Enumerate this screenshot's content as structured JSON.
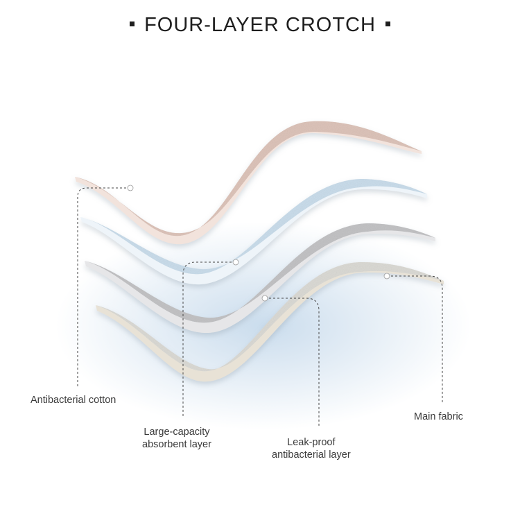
{
  "title": "FOUR-LAYER CROTCH",
  "colors": {
    "antibacterial_cotton": "#dcc3b9",
    "absorbent_layer": "#c9dcea",
    "leak_proof_layer": "#c2c2c4",
    "main_fabric": "#dad9d4",
    "glow": "#9fc0de"
  },
  "labels": {
    "antibacterial_cotton": "Antibacterial cotton",
    "absorbent_line1": "Large-capacity",
    "absorbent_line2": "absorbent layer",
    "leak_proof_line1": "Leak-proof",
    "leak_proof_line2": "antibacterial layer",
    "main_fabric": "Main fabric"
  }
}
